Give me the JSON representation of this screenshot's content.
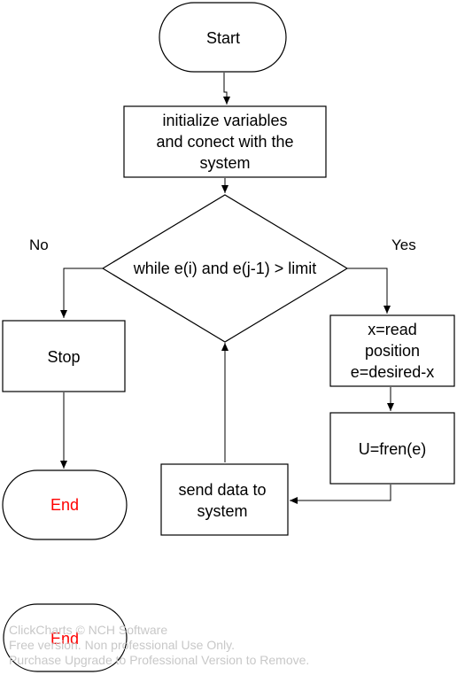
{
  "diagram": {
    "start": {
      "label": "Start"
    },
    "init": {
      "lines": [
        "initialize variables",
        "and conect with the",
        "system"
      ]
    },
    "decision": {
      "label": "while e(i) and e(j-1) > limit"
    },
    "branch_no": "No",
    "branch_yes": "Yes",
    "stop": {
      "label": "Stop"
    },
    "end_main": {
      "label": "End"
    },
    "read": {
      "lines": [
        "x=read",
        "position",
        "e=desired-x"
      ]
    },
    "control": {
      "label": "U=fren(e)"
    },
    "send": {
      "lines": [
        "send data to",
        "system"
      ]
    },
    "end_extra": {
      "label": "End"
    }
  },
  "colors": {
    "stroke": "#000000",
    "text": "#000000",
    "end_text": "#ff0000",
    "watermark": "#c8c8c8"
  },
  "watermark": {
    "lines": [
      "ClickCharts © NCH Software",
      "Free version. Non professional Use Only.",
      "Purchase Upgrade to Professional Version to Remove."
    ]
  }
}
